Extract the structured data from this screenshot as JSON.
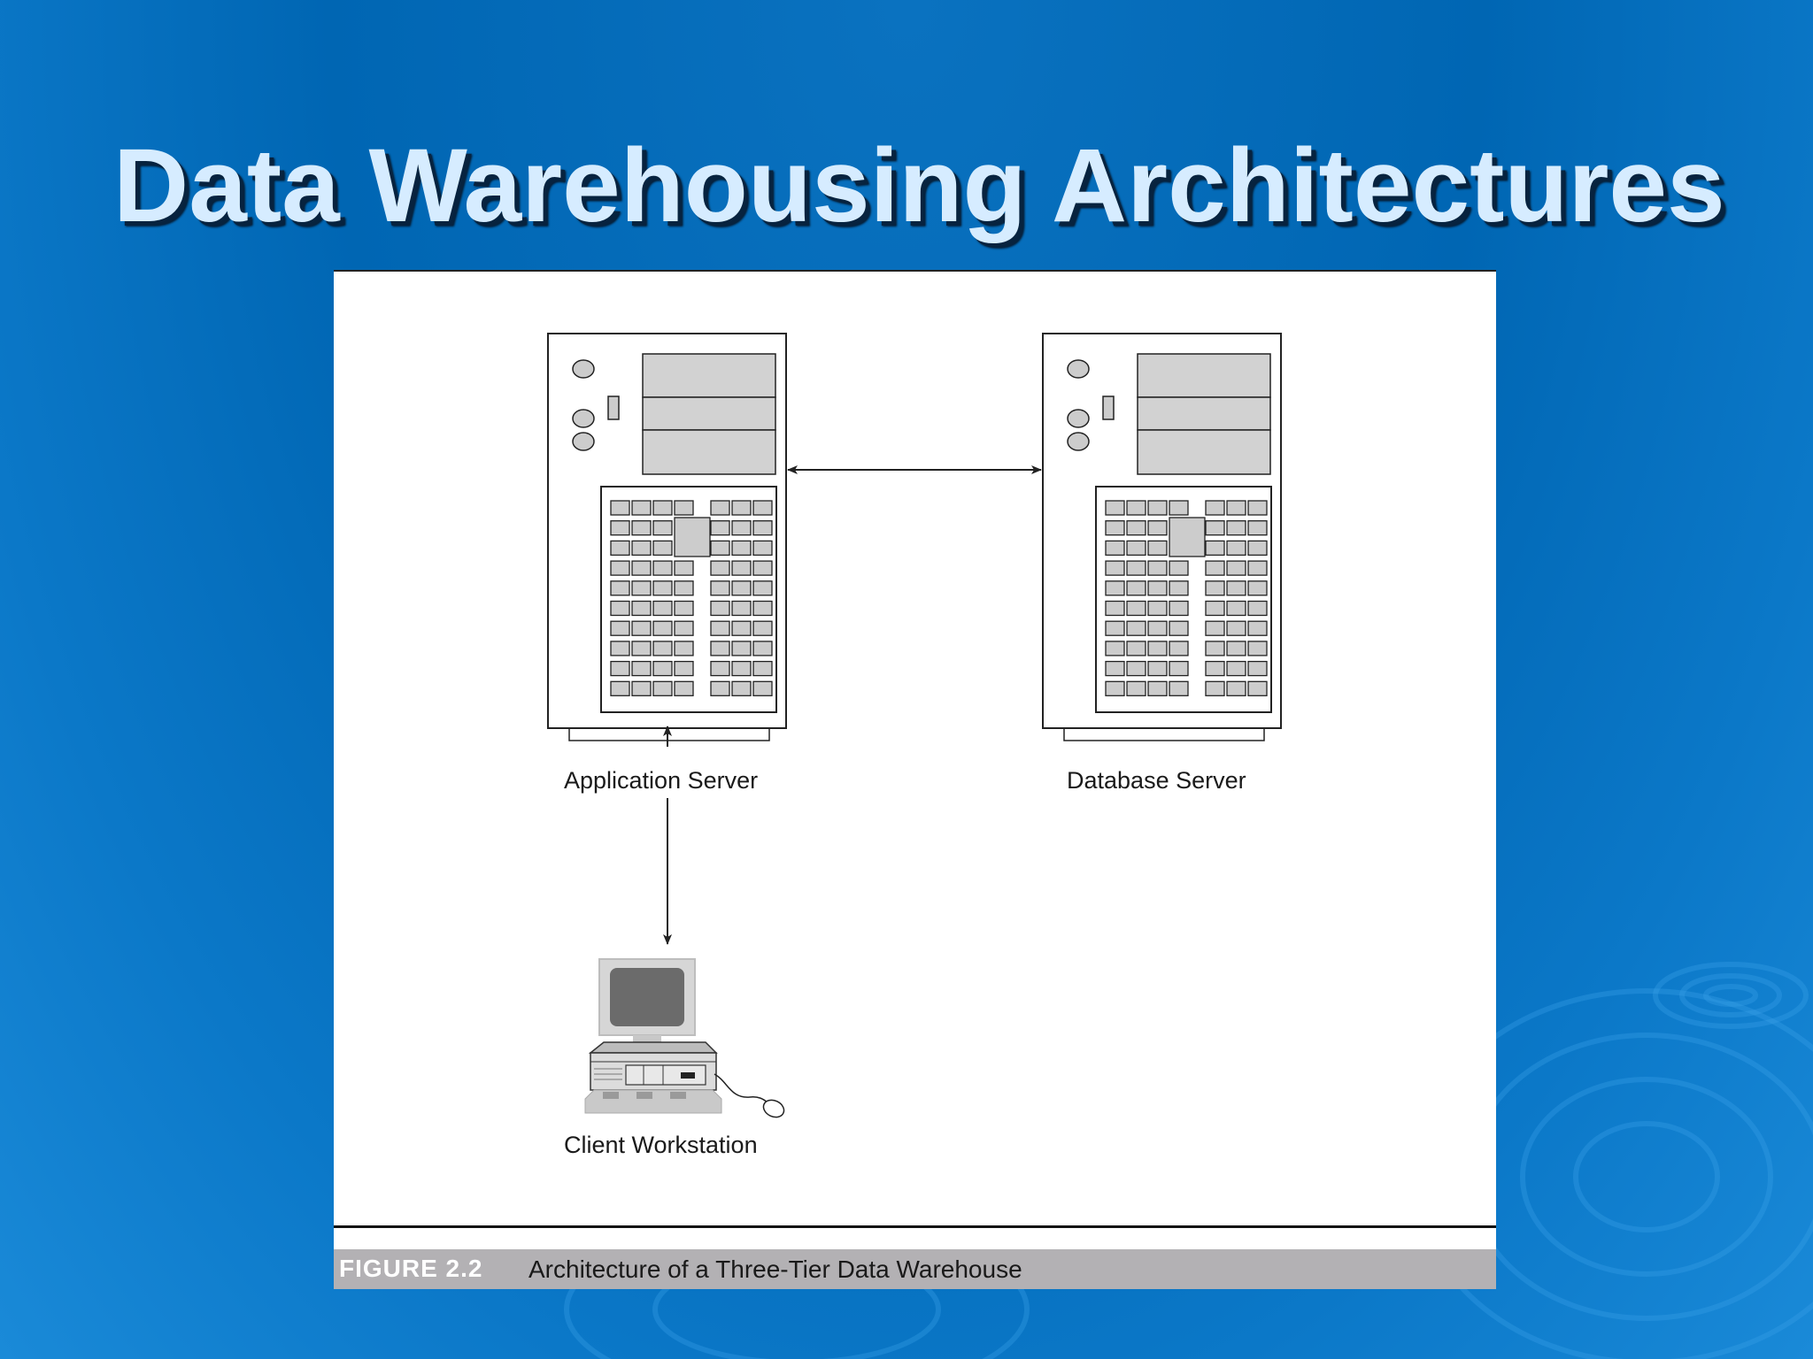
{
  "slide": {
    "title": "Data Warehousing Architectures"
  },
  "diagram": {
    "nodes": {
      "application_server": "Application Server",
      "database_server": "Database Server",
      "client_workstation": "Client Workstation"
    },
    "edges": [
      {
        "from": "application_server",
        "to": "database_server",
        "direction": "bidirectional"
      },
      {
        "from": "application_server",
        "to": "client_workstation",
        "direction": "bidirectional"
      }
    ]
  },
  "figure": {
    "number": "FIGURE 2.2",
    "caption": "Architecture of a Three-Tier Data Warehouse"
  },
  "colors": {
    "background": "#0066b3",
    "title": "#d6ecff",
    "caption_bar": "#b3b1b4"
  }
}
